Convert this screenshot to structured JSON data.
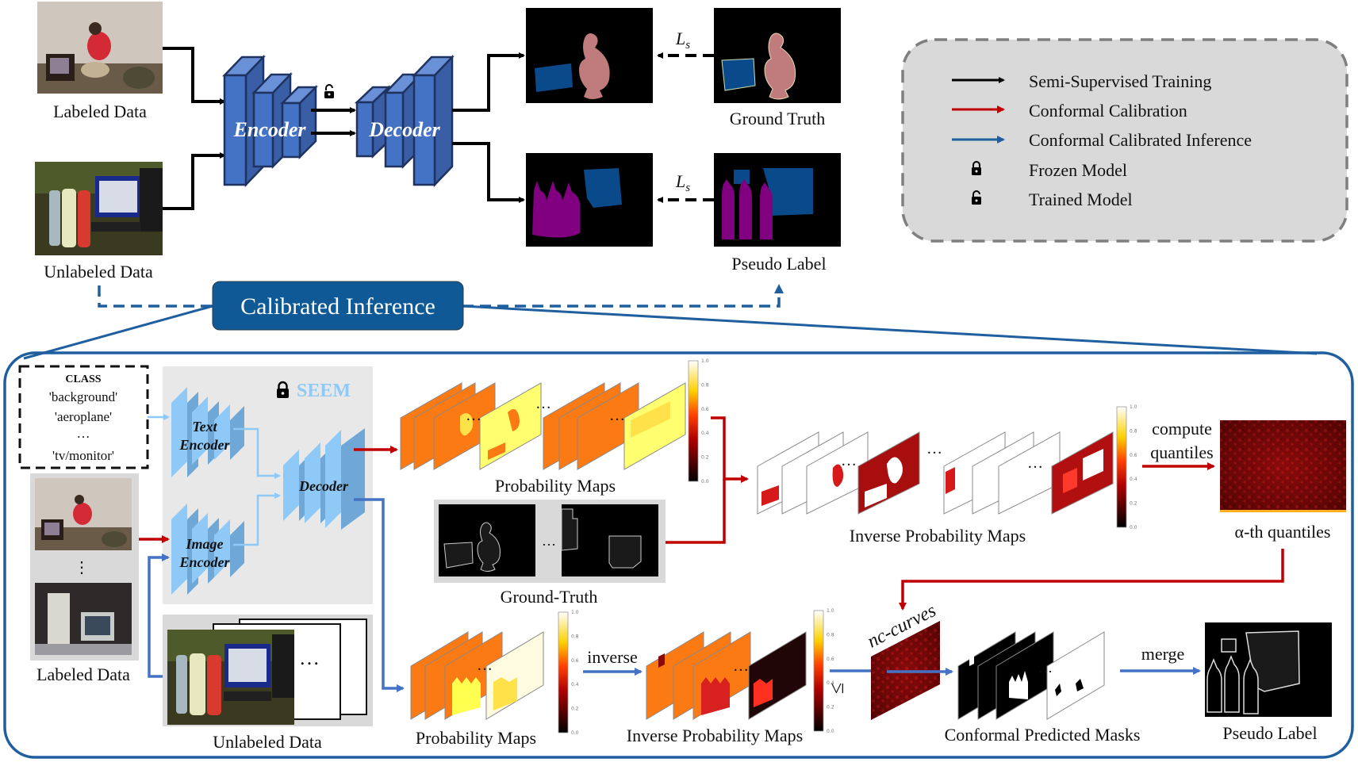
{
  "top": {
    "labeled_data": "Labeled Data",
    "unlabeled_data": "Unlabeled Data",
    "encoder": "Encoder",
    "decoder": "Decoder",
    "loss_label": "L",
    "loss_sub": "s",
    "ground_truth": "Ground Truth",
    "pseudo_label": "Pseudo Label",
    "trained_icon": "unlocked-padlock-icon"
  },
  "legend": {
    "items": [
      {
        "icon": "black-arrow-icon",
        "label": "Semi-Supervised Training",
        "color": "#000000"
      },
      {
        "icon": "red-arrow-icon",
        "label": "Conformal Calibration",
        "color": "#c00000"
      },
      {
        "icon": "blue-arrow-icon",
        "label": "Conformal Calibrated Inference",
        "color": "#1f5f9f"
      },
      {
        "icon": "locked-padlock-icon",
        "label": "Frozen Model"
      },
      {
        "icon": "unlocked-padlock-icon",
        "label": "Trained Model"
      }
    ]
  },
  "calibrated_inference": {
    "label": "Calibrated Inference",
    "color": "#0f5a96"
  },
  "panel": {
    "class_box": {
      "title": "CLASS",
      "items": [
        "'background'",
        "'aeroplane'",
        "…",
        "'tv/monitor'"
      ]
    },
    "seem": {
      "label": "SEEM",
      "icon": "locked-padlock-icon",
      "color": "#8ec9f7"
    },
    "text_encoder": [
      "Text",
      "Encoder"
    ],
    "image_encoder": [
      "Image",
      "Encoder"
    ],
    "decoder": "Decoder",
    "labeled_data": "Labeled Data",
    "unlabeled_data": "Unlabeled Data",
    "vdots": "⋮",
    "ellipsis": "…",
    "probability_maps": "Probability Maps",
    "ground_truth": "Ground-Truth",
    "inverse_probability_maps": "Inverse Probability Maps",
    "compute_quantiles": [
      "compute",
      "quantiles"
    ],
    "alpha_quantiles": "α-th quantiles",
    "inverse": "inverse",
    "leq": "≤",
    "nc_curves": "nc-curves",
    "conformal_masks": "Conformal Predicted Masks",
    "merge": "merge",
    "pseudo_label": "Pseudo Label",
    "colorbar_ticks": [
      "1.0",
      "0.8",
      "0.6",
      "0.4",
      "0.2",
      "0.0"
    ]
  }
}
